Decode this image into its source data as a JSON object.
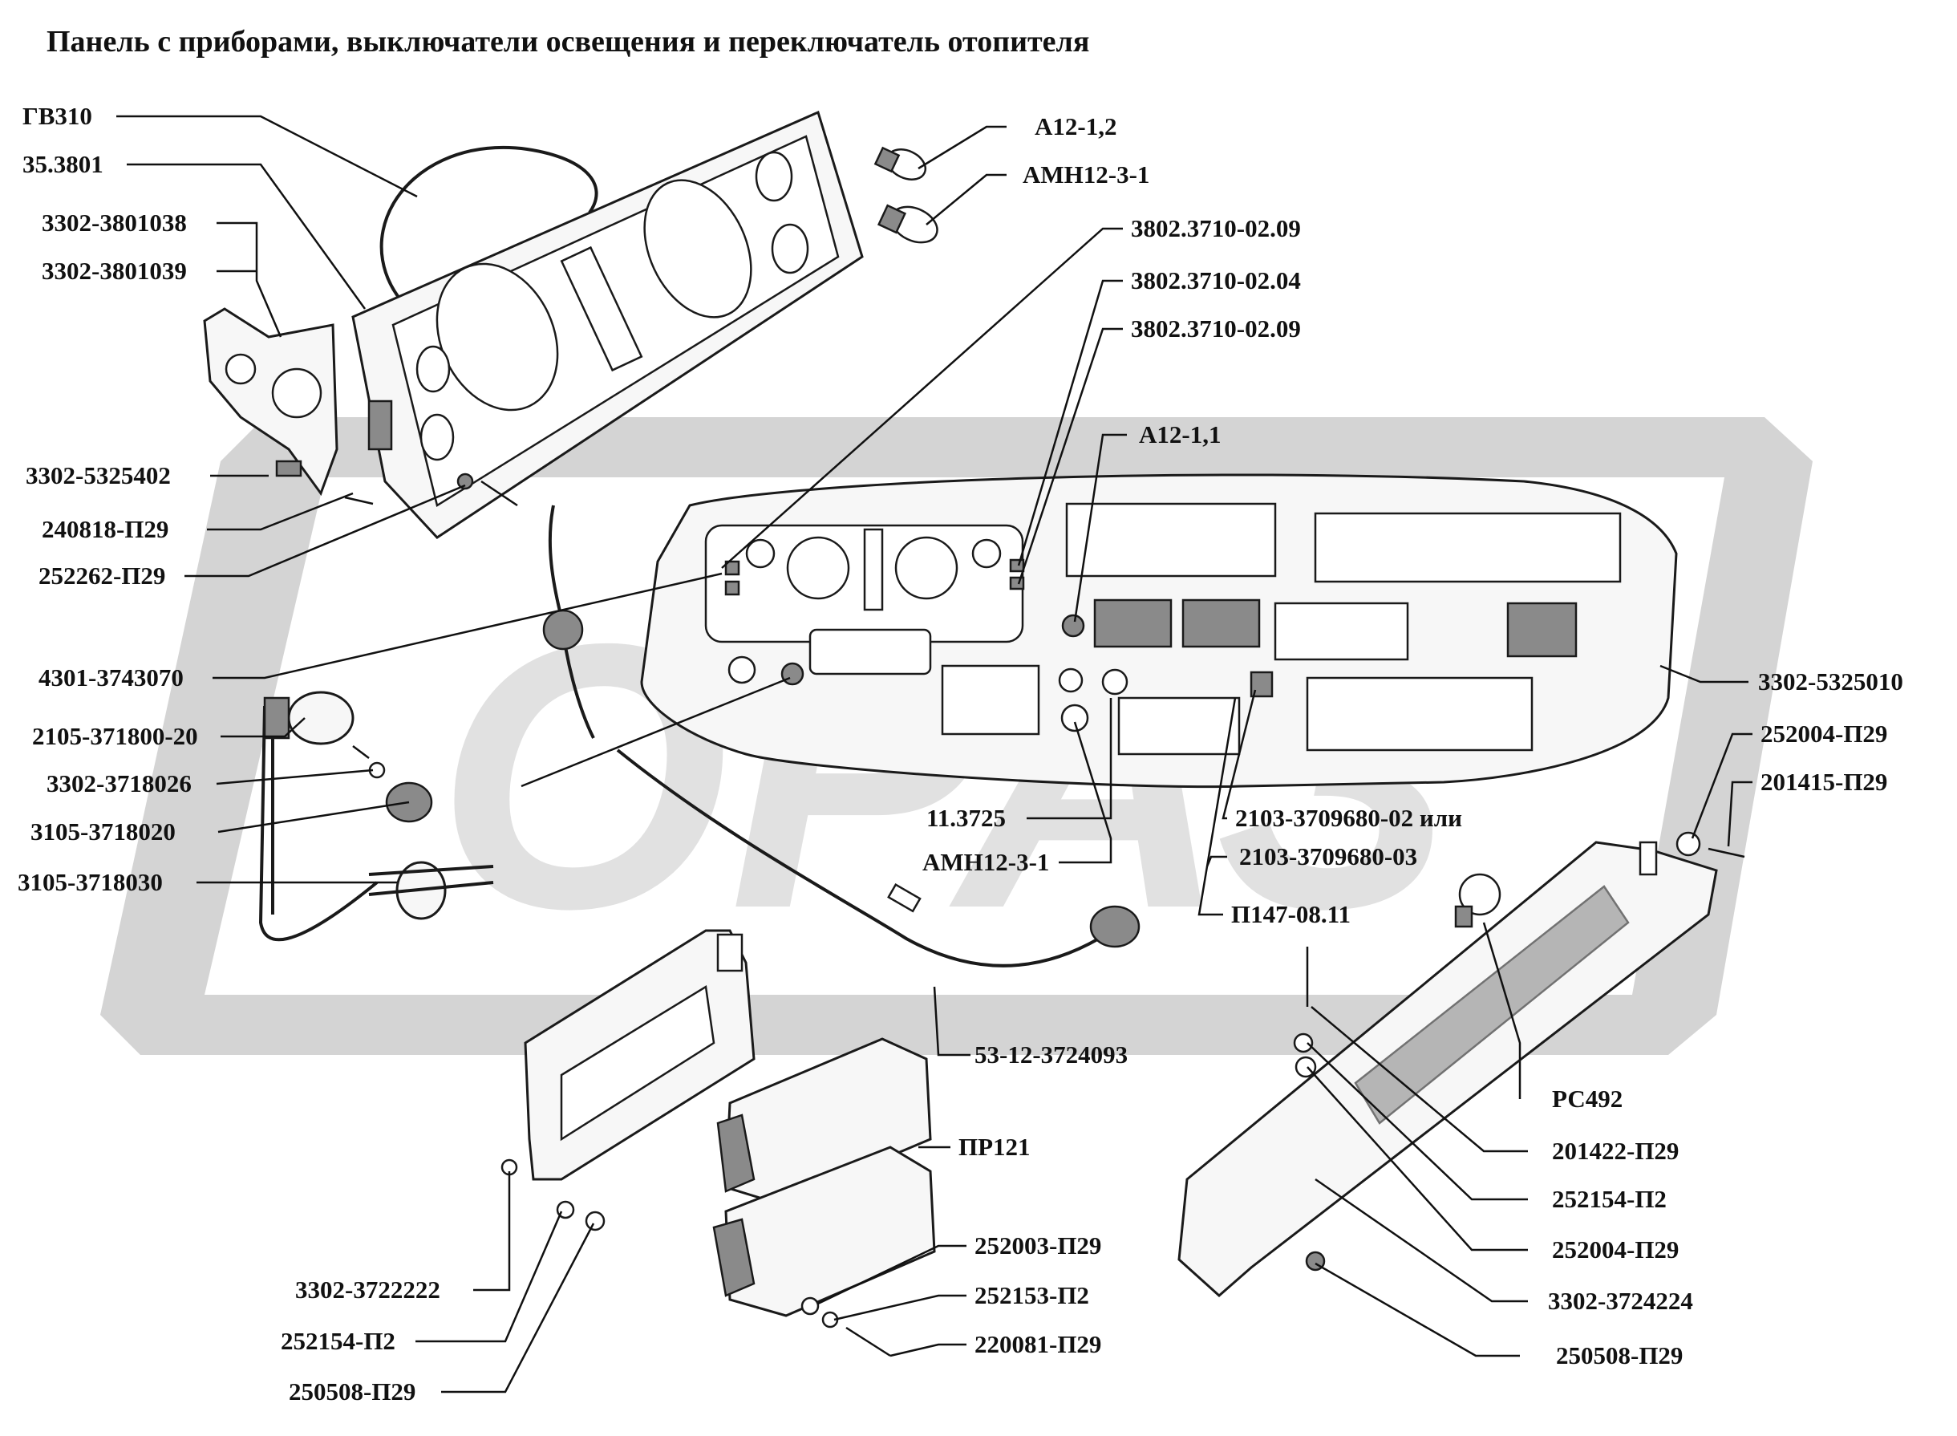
{
  "title": "Панель с приборами, выключатели освещения и переключатель отопителя",
  "watermark": "ОРАЗ",
  "colors": {
    "text": "#111111",
    "watermark": "#d4d4d4",
    "background": "#ffffff"
  },
  "labels": {
    "gv310": "ГВ310",
    "l35_3801": "35.3801",
    "l3302_3801038": "3302-3801038",
    "l3302_3801039": "3302-3801039",
    "l3302_5325402": "3302-5325402",
    "l240818": "240818-П29",
    "l252262": "252262-П29",
    "l4301": "4301-3743070",
    "l2105": "2105-371800-20",
    "l3302_3718026": "3302-3718026",
    "l3105_3718020": "3105-3718020",
    "l3105_3718030": "3105-3718030",
    "a12_12": "А12-1,2",
    "amn12_top": "АМН12-3-1",
    "l3802_09a": "3802.3710-02.09",
    "l3802_04": "3802.3710-02.04",
    "l3802_09b": "3802.3710-02.09",
    "a12_11": "А12-1,1",
    "l3302_5325010": "3302-5325010",
    "l252004_r": "252004-П29",
    "l201415": "201415-П29",
    "l11_3725": "11.3725",
    "amn12_mid": "АМН12-3-1",
    "l2103_02": "2103-3709680-02 или",
    "l2103_03": "2103-3709680-03",
    "p147": "П147-08.11",
    "l53_12": "53-12-3724093",
    "pr121": "ПР121",
    "rs492": "РС492",
    "l201422": "201422-П29",
    "l252154_r": "252154-П2",
    "l252004_b": "252004-П29",
    "l3302_3724224": "3302-3724224",
    "l250508_r": "250508-П29",
    "l252003": "252003-П29",
    "l252153": "252153-П2",
    "l220081": "220081-П29",
    "l3302_3722222": "3302-3722222",
    "l252154_l": "252154-П2",
    "l250508_l": "250508-П29"
  }
}
